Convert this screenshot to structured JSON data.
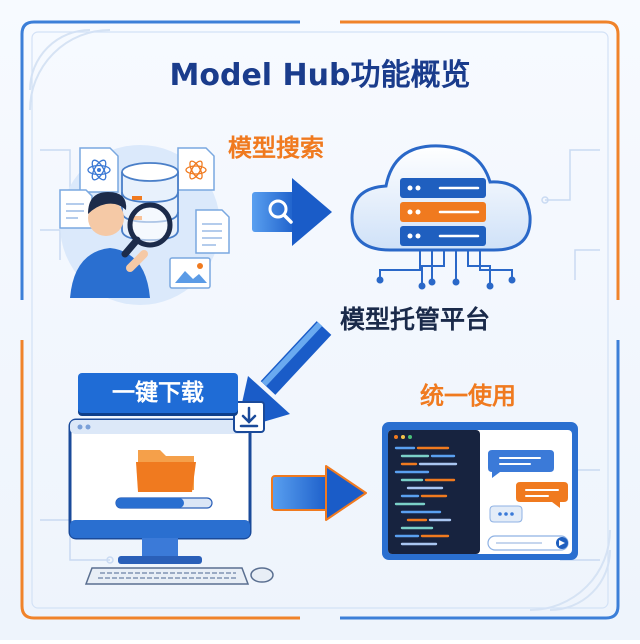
{
  "title": "Model Hub功能概览",
  "steps": {
    "search": "模型搜索",
    "platform": "模型托管平台",
    "download": "一键下载",
    "use": "统一使用"
  },
  "colors": {
    "primary_blue": "#1f6cd6",
    "dark_blue": "#1a3c8c",
    "accent_orange": "#f07a1f",
    "light_blue": "#dbe9fb",
    "ink": "#1a2a4a"
  },
  "icons": [
    "person-icon",
    "database-icon",
    "magnifier-icon",
    "document-icon",
    "image-icon",
    "search-button-icon",
    "cloud-icon",
    "server-icon",
    "monitor-icon",
    "folder-icon",
    "download-icon",
    "keyboard-icon",
    "mouse-icon",
    "code-editor-icon",
    "chat-bubble-icon",
    "send-icon"
  ]
}
